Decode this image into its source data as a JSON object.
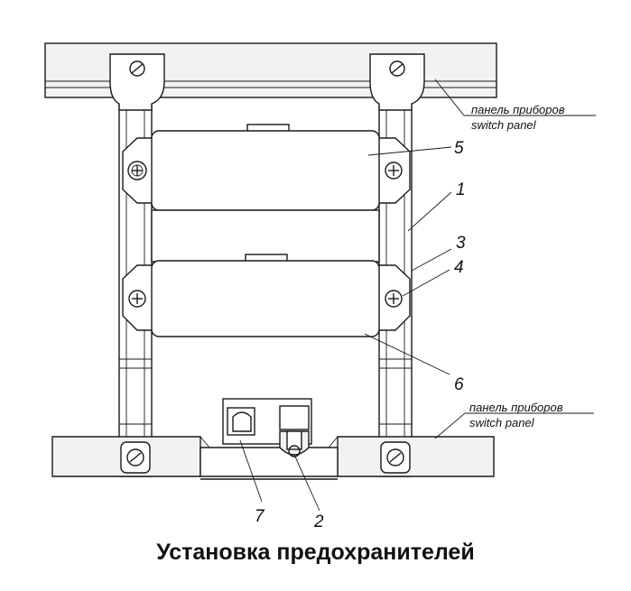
{
  "caption": "Установка предохранителей",
  "labels": {
    "panel_top_ru": "панель приборов",
    "panel_top_en": "switch panel",
    "panel_bottom_ru": "панель приборов",
    "panel_bottom_en": "switch panel"
  },
  "callouts": {
    "c1": "1",
    "c2": "2",
    "c3": "3",
    "c4": "4",
    "c5": "5",
    "c6": "6",
    "c7": "7"
  }
}
